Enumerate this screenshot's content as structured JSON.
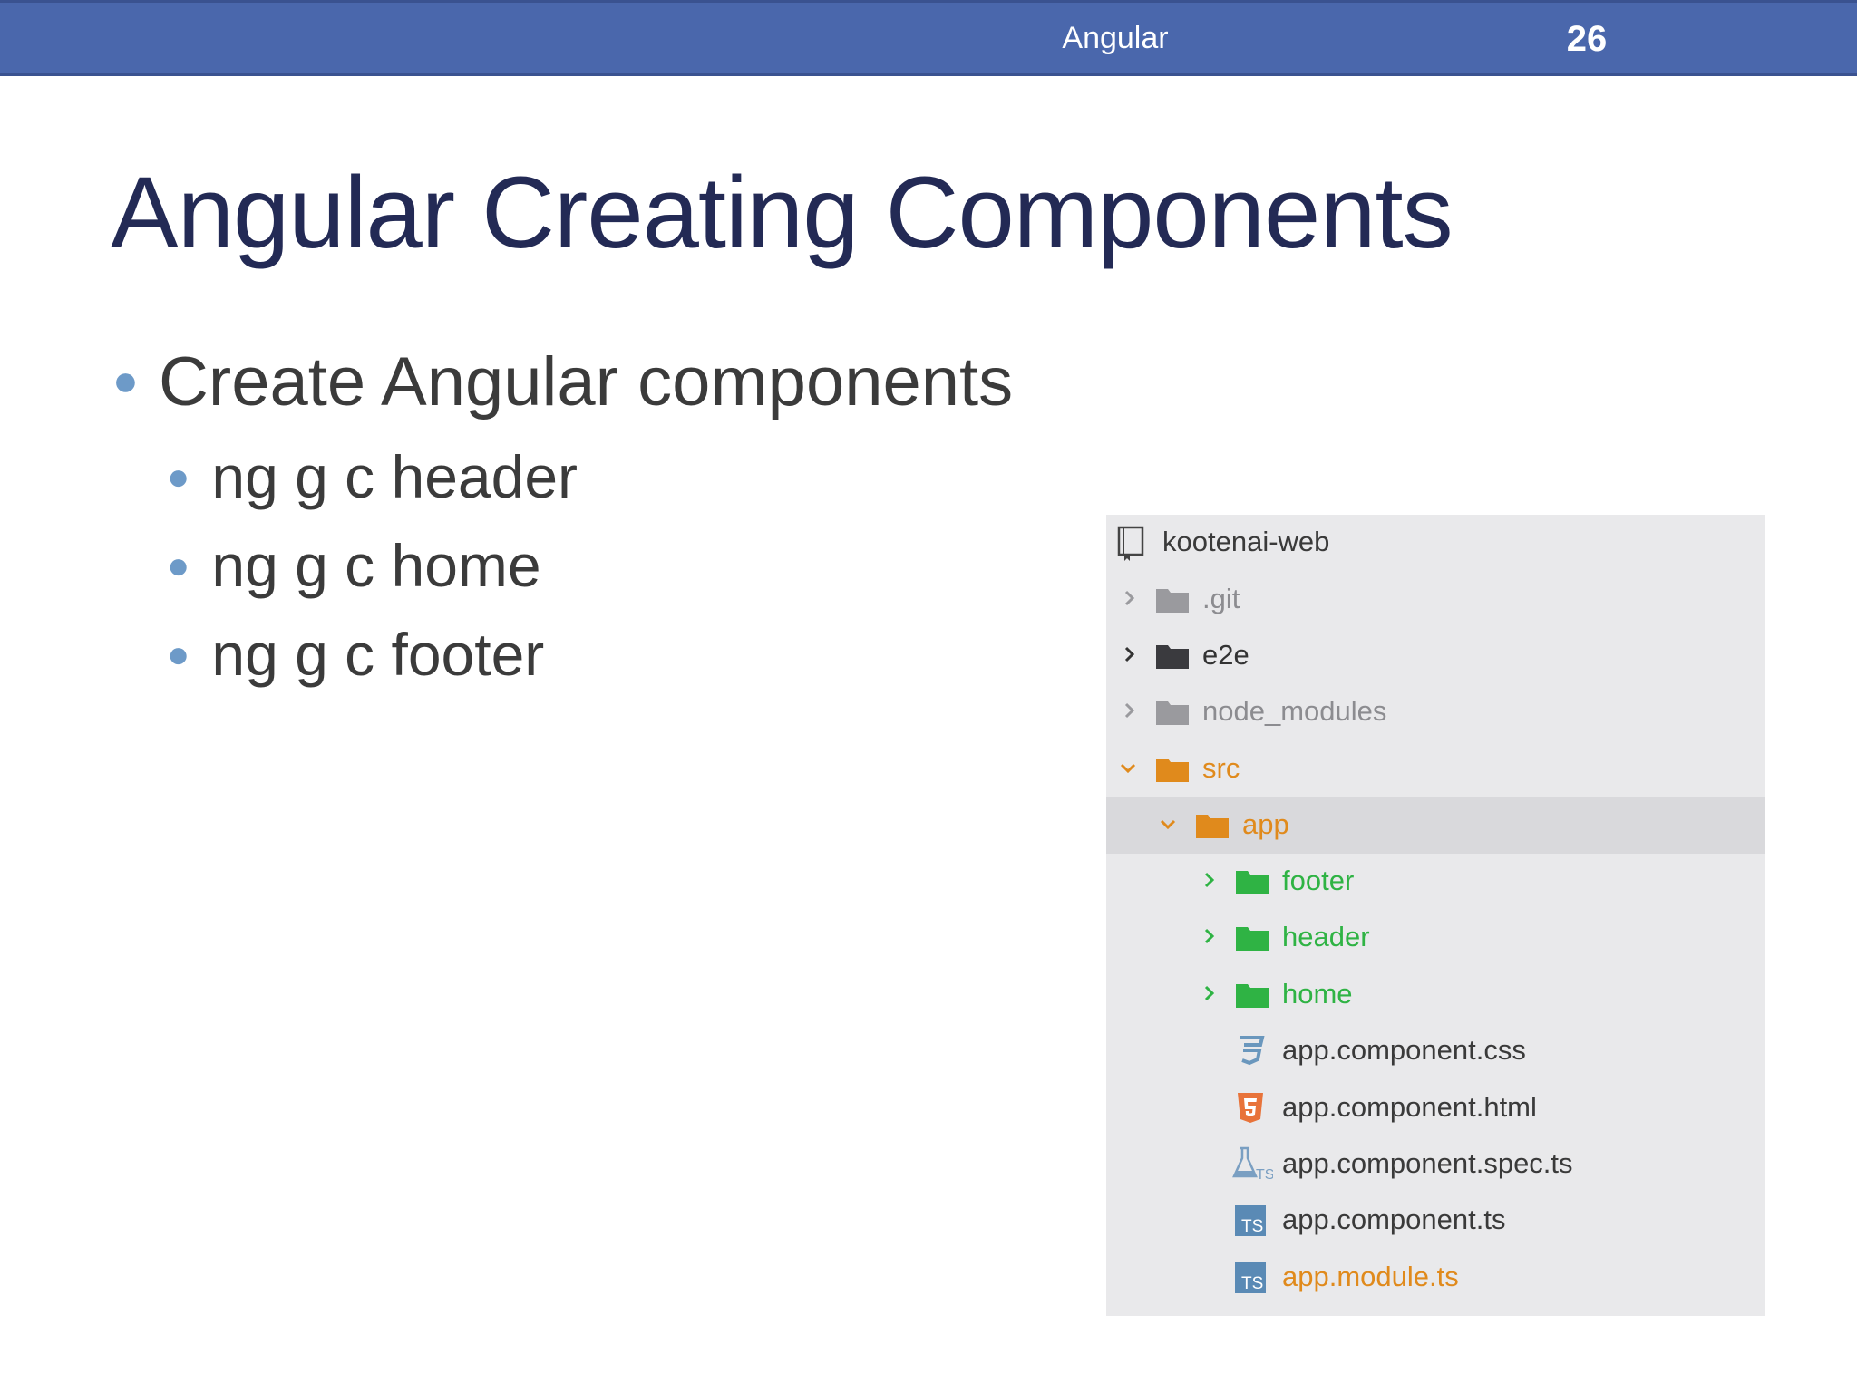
{
  "header": {
    "course": "Angular",
    "page_number": "26"
  },
  "slide": {
    "title": "Angular Creating Components",
    "bullet": "Create Angular components",
    "sub_bullets": [
      "ng g c header",
      "ng g c home",
      "ng g c footer"
    ]
  },
  "tree": {
    "project": "kootenai-web",
    "items": [
      {
        "label": ".git",
        "type": "folder",
        "state": "collapsed",
        "color": "#8c8c90"
      },
      {
        "label": "e2e",
        "type": "folder",
        "state": "collapsed",
        "color": "#333333"
      },
      {
        "label": "node_modules",
        "type": "folder",
        "state": "collapsed",
        "color": "#8c8c90"
      },
      {
        "label": "src",
        "type": "folder",
        "state": "expanded",
        "color": "#e08a1c"
      },
      {
        "label": "app",
        "type": "folder",
        "state": "expanded",
        "color": "#e08a1c",
        "selected": true
      },
      {
        "label": "footer",
        "type": "folder",
        "state": "collapsed",
        "color": "#2fb344"
      },
      {
        "label": "header",
        "type": "folder",
        "state": "collapsed",
        "color": "#2fb344"
      },
      {
        "label": "home",
        "type": "folder",
        "state": "collapsed",
        "color": "#2fb344"
      },
      {
        "label": "app.component.css",
        "type": "css-file"
      },
      {
        "label": "app.component.html",
        "type": "html-file"
      },
      {
        "label": "app.component.spec.ts",
        "type": "spec-file"
      },
      {
        "label": "app.component.ts",
        "type": "ts-file"
      },
      {
        "label": "app.module.ts",
        "type": "ts-file",
        "color": "#e08a1c"
      }
    ]
  },
  "colors": {
    "header_bar": "#4a67ac",
    "title": "#232a55",
    "bullet_dot": "#6d9ac8",
    "panel_bg": "#e9e9eb"
  }
}
